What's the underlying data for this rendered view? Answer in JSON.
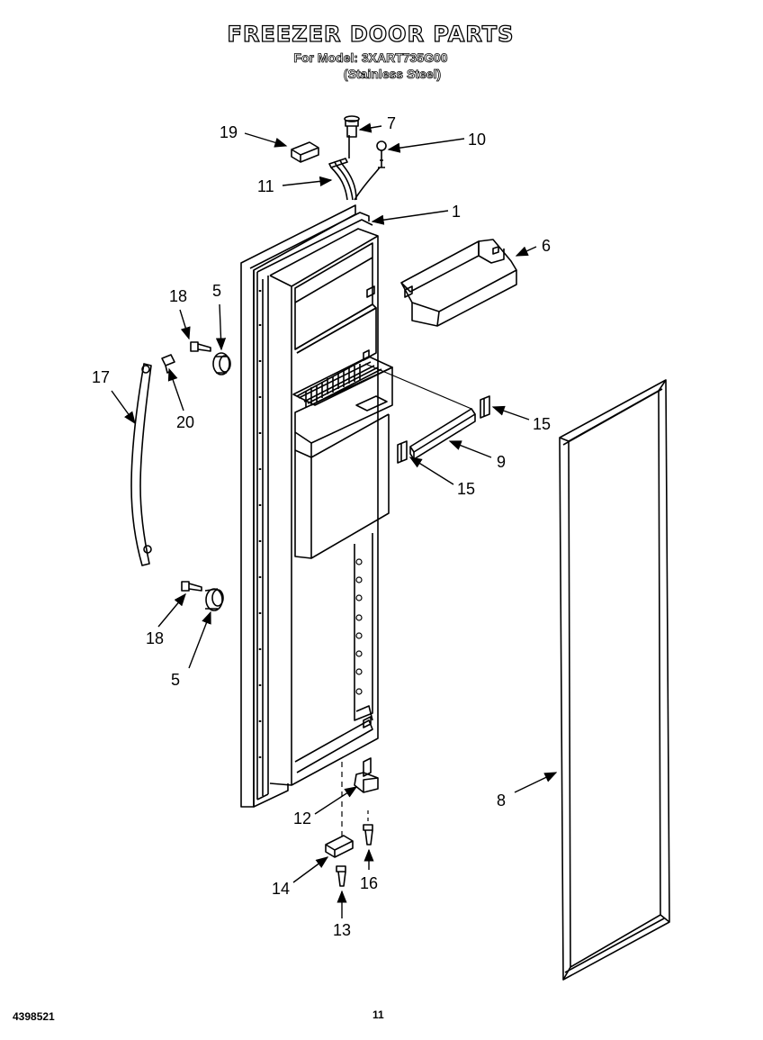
{
  "header": {
    "title": "FREEZER DOOR PARTS",
    "model_line": "For Model: 3XART735G00",
    "variant_line": "(Stainless Steel)"
  },
  "callouts": {
    "c19": "19",
    "c7": "7",
    "c10": "10",
    "c11": "11",
    "c1": "1",
    "c6": "6",
    "c18a": "18",
    "c5a": "5",
    "c17": "17",
    "c20": "20",
    "c15a": "15",
    "c9": "9",
    "c15b": "15",
    "c18b": "18",
    "c5b": "5",
    "c8": "8",
    "c12": "12",
    "c16": "16",
    "c14": "14",
    "c13": "13"
  },
  "footer": {
    "doc_number": "4398521",
    "page_number": "11"
  }
}
